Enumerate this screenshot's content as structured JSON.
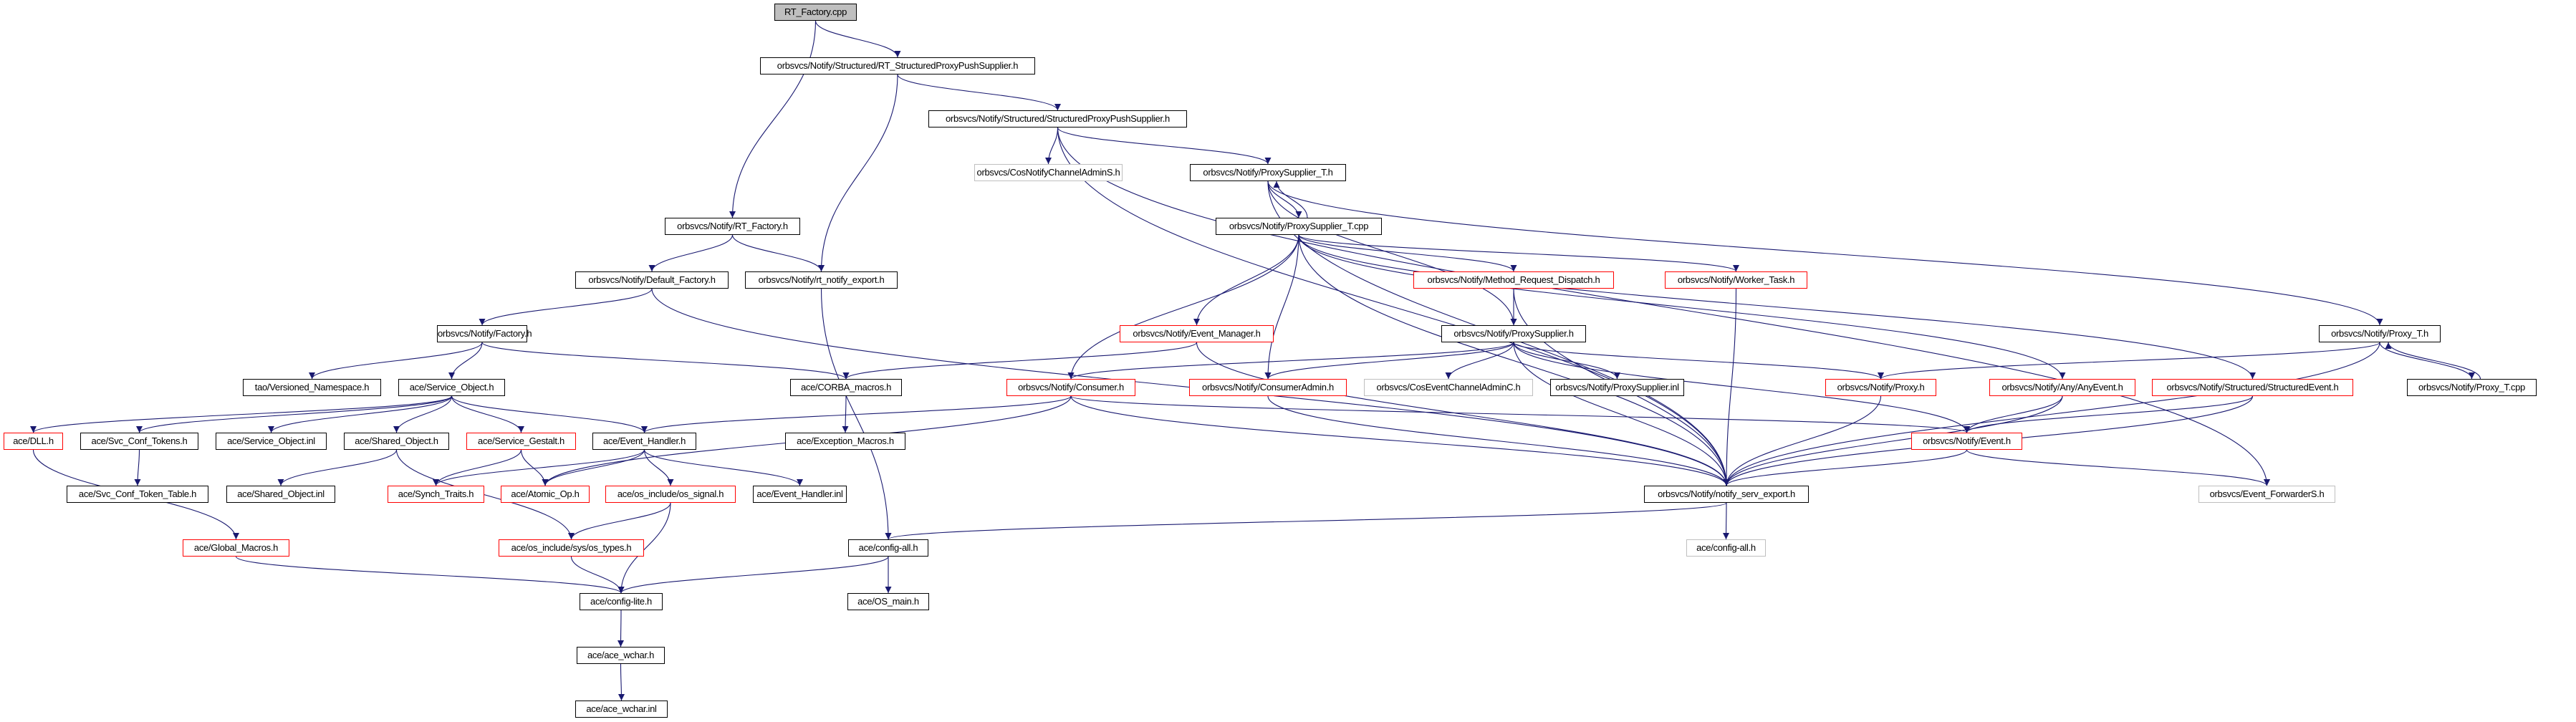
{
  "title": "RT_Factory.cpp include dependency graph",
  "colors": {
    "edge": "#191970",
    "node_border_default": "#000000",
    "node_border_truncated": "#ff0000",
    "node_border_undocumented": "#bfbfbf",
    "root_fill": "#bfbfbf"
  },
  "nodes": [
    {
      "id": "n0",
      "label": "RT_Factory.cpp",
      "style": "root"
    },
    {
      "id": "n1",
      "label": "orbsvcs/Notify/Structured/RT_StructuredProxyPushSupplier.h",
      "style": "normal"
    },
    {
      "id": "n2",
      "label": "orbsvcs/Notify/Structured/StructuredProxyPushSupplier.h",
      "style": "normal"
    },
    {
      "id": "n3",
      "label": "orbsvcs/CosNotifyChannelAdminS.h",
      "style": "gray"
    },
    {
      "id": "n4",
      "label": "orbsvcs/Notify/ProxySupplier_T.h",
      "style": "normal"
    },
    {
      "id": "n5",
      "label": "orbsvcs/Notify/RT_Factory.h",
      "style": "normal"
    },
    {
      "id": "n6",
      "label": "orbsvcs/Notify/ProxySupplier_T.cpp",
      "style": "normal"
    },
    {
      "id": "n7",
      "label": "orbsvcs/Notify/Default_Factory.h",
      "style": "normal"
    },
    {
      "id": "n8",
      "label": "orbsvcs/Notify/rt_notify_export.h",
      "style": "normal"
    },
    {
      "id": "n9",
      "label": "orbsvcs/Notify/Method_Request_Dispatch.h",
      "style": "red"
    },
    {
      "id": "n10",
      "label": "orbsvcs/Notify/Worker_Task.h",
      "style": "red"
    },
    {
      "id": "n11",
      "label": "orbsvcs/Notify/Factory.h",
      "style": "normal"
    },
    {
      "id": "n12",
      "label": "orbsvcs/Notify/Event_Manager.h",
      "style": "red"
    },
    {
      "id": "n13",
      "label": "orbsvcs/Notify/ProxySupplier.h",
      "style": "normal"
    },
    {
      "id": "n14",
      "label": "orbsvcs/Notify/Proxy_T.h",
      "style": "normal"
    },
    {
      "id": "n15",
      "label": "tao/Versioned_Namespace.h",
      "style": "normal"
    },
    {
      "id": "n16",
      "label": "ace/Service_Object.h",
      "style": "normal"
    },
    {
      "id": "n17",
      "label": "ace/CORBA_macros.h",
      "style": "normal"
    },
    {
      "id": "n18",
      "label": "orbsvcs/Notify/Consumer.h",
      "style": "red"
    },
    {
      "id": "n19",
      "label": "orbsvcs/Notify/ConsumerAdmin.h",
      "style": "red"
    },
    {
      "id": "n20",
      "label": "orbsvcs/CosEventChannelAdminC.h",
      "style": "gray"
    },
    {
      "id": "n21",
      "label": "orbsvcs/Notify/ProxySupplier.inl",
      "style": "normal"
    },
    {
      "id": "n22",
      "label": "orbsvcs/Notify/Proxy.h",
      "style": "red"
    },
    {
      "id": "n23",
      "label": "orbsvcs/Notify/Any/AnyEvent.h",
      "style": "red"
    },
    {
      "id": "n24",
      "label": "orbsvcs/Notify/Structured/StructuredEvent.h",
      "style": "red"
    },
    {
      "id": "n25",
      "label": "orbsvcs/Notify/Proxy_T.cpp",
      "style": "normal"
    },
    {
      "id": "n26",
      "label": "ace/DLL.h",
      "style": "red"
    },
    {
      "id": "n27",
      "label": "ace/Svc_Conf_Tokens.h",
      "style": "normal"
    },
    {
      "id": "n28",
      "label": "ace/Service_Object.inl",
      "style": "normal"
    },
    {
      "id": "n29",
      "label": "ace/Shared_Object.h",
      "style": "normal"
    },
    {
      "id": "n30",
      "label": "ace/Service_Gestalt.h",
      "style": "red"
    },
    {
      "id": "n31",
      "label": "ace/Event_Handler.h",
      "style": "normal"
    },
    {
      "id": "n32",
      "label": "ace/Exception_Macros.h",
      "style": "normal"
    },
    {
      "id": "n33",
      "label": "orbsvcs/Notify/Event.h",
      "style": "red"
    },
    {
      "id": "n34",
      "label": "ace/Svc_Conf_Token_Table.h",
      "style": "normal"
    },
    {
      "id": "n35",
      "label": "ace/Shared_Object.inl",
      "style": "normal"
    },
    {
      "id": "n36",
      "label": "ace/Synch_Traits.h",
      "style": "red"
    },
    {
      "id": "n37",
      "label": "ace/Atomic_Op.h",
      "style": "red"
    },
    {
      "id": "n38",
      "label": "ace/os_include/os_signal.h",
      "style": "red"
    },
    {
      "id": "n39",
      "label": "ace/Event_Handler.inl",
      "style": "normal"
    },
    {
      "id": "n40",
      "label": "orbsvcs/Notify/notify_serv_export.h",
      "style": "normal"
    },
    {
      "id": "n41",
      "label": "orbsvcs/Event_ForwarderS.h",
      "style": "gray"
    },
    {
      "id": "n42",
      "label": "ace/Global_Macros.h",
      "style": "red"
    },
    {
      "id": "n43",
      "label": "ace/os_include/sys/os_types.h",
      "style": "red"
    },
    {
      "id": "n44",
      "label": "ace/config-all.h",
      "style": "normal"
    },
    {
      "id": "n45",
      "label": "ace/config-all.h",
      "style": "gray"
    },
    {
      "id": "n46",
      "label": "ace/config-lite.h",
      "style": "normal"
    },
    {
      "id": "n47",
      "label": "ace/OS_main.h",
      "style": "normal"
    },
    {
      "id": "n48",
      "label": "ace/ace_wchar.h",
      "style": "normal"
    },
    {
      "id": "n49",
      "label": "ace/ace_wchar.inl",
      "style": "normal"
    }
  ],
  "edges": [
    [
      "n0",
      "n1"
    ],
    [
      "n0",
      "n5"
    ],
    [
      "n1",
      "n2"
    ],
    [
      "n1",
      "n8"
    ],
    [
      "n2",
      "n3"
    ],
    [
      "n2",
      "n4"
    ],
    [
      "n2",
      "n40"
    ],
    [
      "n2",
      "n41"
    ],
    [
      "n4",
      "n6"
    ],
    [
      "n4",
      "n13"
    ],
    [
      "n4",
      "n14"
    ],
    [
      "n4",
      "n40"
    ],
    [
      "n6",
      "n4"
    ],
    [
      "n6",
      "n9"
    ],
    [
      "n6",
      "n10"
    ],
    [
      "n6",
      "n12"
    ],
    [
      "n6",
      "n18"
    ],
    [
      "n6",
      "n19"
    ],
    [
      "n6",
      "n23"
    ],
    [
      "n6",
      "n24"
    ],
    [
      "n6",
      "n40"
    ],
    [
      "n5",
      "n7"
    ],
    [
      "n5",
      "n8"
    ],
    [
      "n7",
      "n11"
    ],
    [
      "n7",
      "n40"
    ],
    [
      "n8",
      "n44"
    ],
    [
      "n9",
      "n13"
    ],
    [
      "n9",
      "n40"
    ],
    [
      "n10",
      "n40"
    ],
    [
      "n11",
      "n15"
    ],
    [
      "n11",
      "n16"
    ],
    [
      "n11",
      "n17"
    ],
    [
      "n12",
      "n17"
    ],
    [
      "n12",
      "n40"
    ],
    [
      "n13",
      "n18"
    ],
    [
      "n13",
      "n19"
    ],
    [
      "n13",
      "n20"
    ],
    [
      "n13",
      "n21"
    ],
    [
      "n13",
      "n22"
    ],
    [
      "n13",
      "n33"
    ],
    [
      "n13",
      "n40"
    ],
    [
      "n14",
      "n22"
    ],
    [
      "n14",
      "n25"
    ],
    [
      "n14",
      "n40"
    ],
    [
      "n25",
      "n14"
    ],
    [
      "n16",
      "n26"
    ],
    [
      "n16",
      "n27"
    ],
    [
      "n16",
      "n28"
    ],
    [
      "n16",
      "n29"
    ],
    [
      "n16",
      "n30"
    ],
    [
      "n16",
      "n31"
    ],
    [
      "n17",
      "n32"
    ],
    [
      "n18",
      "n31"
    ],
    [
      "n18",
      "n33"
    ],
    [
      "n18",
      "n37"
    ],
    [
      "n18",
      "n40"
    ],
    [
      "n19",
      "n40"
    ],
    [
      "n22",
      "n40"
    ],
    [
      "n23",
      "n33"
    ],
    [
      "n23",
      "n40"
    ],
    [
      "n24",
      "n33"
    ],
    [
      "n24",
      "n40"
    ],
    [
      "n26",
      "n42"
    ],
    [
      "n27",
      "n34"
    ],
    [
      "n29",
      "n35"
    ],
    [
      "n29",
      "n43"
    ],
    [
      "n30",
      "n36"
    ],
    [
      "n30",
      "n37"
    ],
    [
      "n31",
      "n36"
    ],
    [
      "n31",
      "n37"
    ],
    [
      "n31",
      "n38"
    ],
    [
      "n31",
      "n39"
    ],
    [
      "n33",
      "n40"
    ],
    [
      "n33",
      "n41"
    ],
    [
      "n38",
      "n43"
    ],
    [
      "n38",
      "n46"
    ],
    [
      "n40",
      "n44"
    ],
    [
      "n40",
      "n45"
    ],
    [
      "n42",
      "n46"
    ],
    [
      "n43",
      "n46"
    ],
    [
      "n44",
      "n46"
    ],
    [
      "n44",
      "n47"
    ],
    [
      "n46",
      "n48"
    ],
    [
      "n48",
      "n49"
    ]
  ]
}
